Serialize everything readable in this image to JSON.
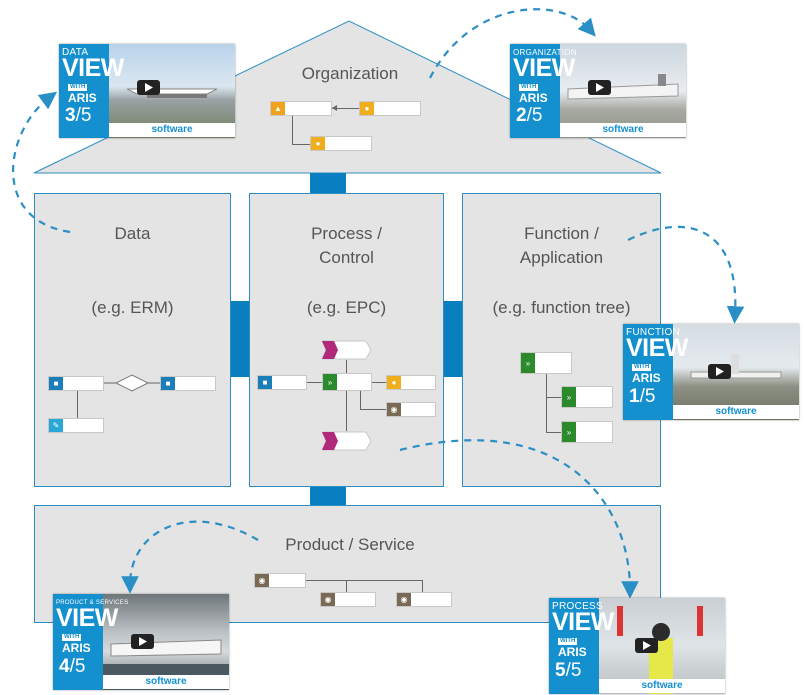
{
  "views": {
    "organization": {
      "title": "Organization"
    },
    "data": {
      "title": "Data",
      "example": "(e.g. ERM)"
    },
    "process": {
      "title_line1": "Process /",
      "title_line2": "Control",
      "example": "(e.g. EPC)"
    },
    "function": {
      "title_line1": "Function /",
      "title_line2": "Application",
      "example": "(e.g. function tree)"
    },
    "product": {
      "title": "Product / Service"
    }
  },
  "thumbnails": [
    {
      "id": "data",
      "subtitle": "DATA",
      "big": "VIEW",
      "with": "WITH",
      "aris": "ARIS",
      "index": "3",
      "total": "/5",
      "brand": "software"
    },
    {
      "id": "organization",
      "subtitle": "ORGANIZATION",
      "big": "VIEW",
      "with": "WITH",
      "aris": "ARIS",
      "index": "2",
      "total": "/5",
      "brand": "software"
    },
    {
      "id": "function",
      "subtitle": "FUNCTION",
      "big": "VIEW",
      "with": "WITH",
      "aris": "ARIS",
      "index": "1",
      "total": "/5",
      "brand": "software"
    },
    {
      "id": "product",
      "subtitle": "PRODUCT & SERVICES",
      "big": "VIEW",
      "with": "WITH",
      "aris": "ARIS",
      "index": "4",
      "total": "/5",
      "brand": "software"
    },
    {
      "id": "process",
      "subtitle": "PROCESS",
      "big": "VIEW",
      "with": "WITH",
      "aris": "ARIS",
      "index": "5",
      "total": "/5",
      "brand": "software"
    }
  ],
  "icons": {
    "org": "org-unit-icon",
    "role": "role-icon",
    "entity": "entity-icon",
    "relation": "relationship-diamond-icon",
    "attribute": "attribute-icon",
    "event": "event-icon",
    "function": "function-icon",
    "product": "product-icon",
    "play": "play-icon"
  },
  "colors": {
    "panel_fill": "#e4e4e4",
    "panel_border": "#2b8fc4",
    "connector": "#0a7fc0",
    "dashed_arrow": "#2a8fc4",
    "thumb_blue": "#1590cf",
    "event": "#b0297a",
    "function": "#2b8a2b",
    "org": "#f0ad1c",
    "product": "#7a6a55"
  }
}
